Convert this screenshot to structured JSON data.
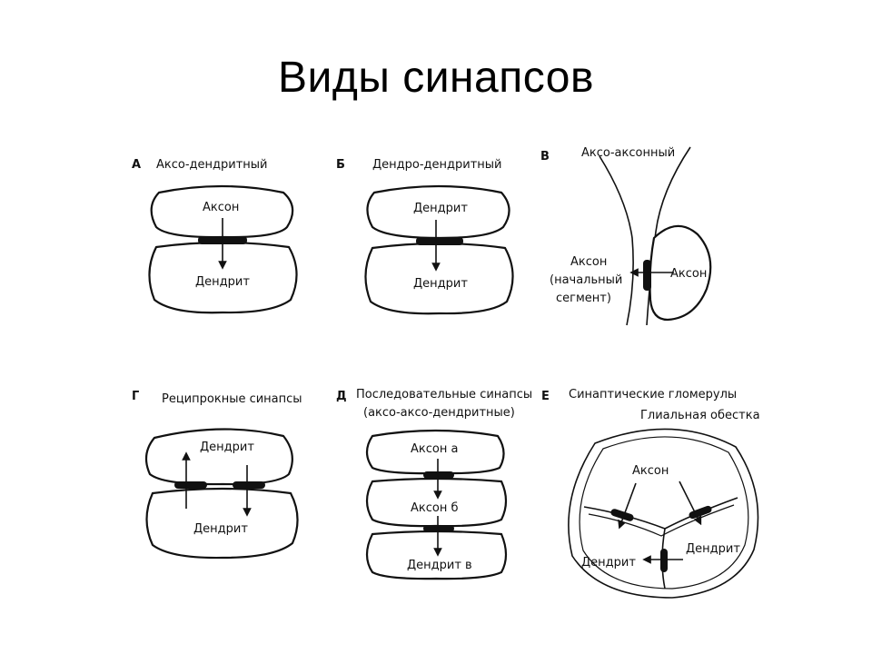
{
  "title": "Виды синапсов",
  "panels": {
    "a": {
      "letter": "А",
      "caption": "Аксо-дендритный",
      "top_label": "Аксон",
      "bottom_label": "Дендрит"
    },
    "b": {
      "letter": "Б",
      "caption": "Дендро-дендритный",
      "top_label": "Дендрит",
      "bottom_label": "Дендрит"
    },
    "v": {
      "letter": "В",
      "caption": "Аксо-аксонный",
      "left_label": [
        "Аксон",
        "(начальный",
        "сегмент)"
      ],
      "right_label": "Аксон"
    },
    "g": {
      "letter": "Г",
      "caption": "Реципрокные синапсы",
      "top_label": "Дендрит",
      "bottom_label": "Дендрит"
    },
    "d": {
      "letter": "Д",
      "caption": [
        "Последовательные синапсы",
        "(аксо-аксо-дендритные)"
      ],
      "labels": [
        "Аксон а",
        "Аксон б",
        "Дендрит в"
      ]
    },
    "e": {
      "letter": "Е",
      "caption": "Синаптические гломерулы",
      "glia": "Глиальная обестка",
      "axon": "Аксон",
      "dendrite_left": "Дендрит",
      "dendrite_right": "Дендрит"
    }
  }
}
